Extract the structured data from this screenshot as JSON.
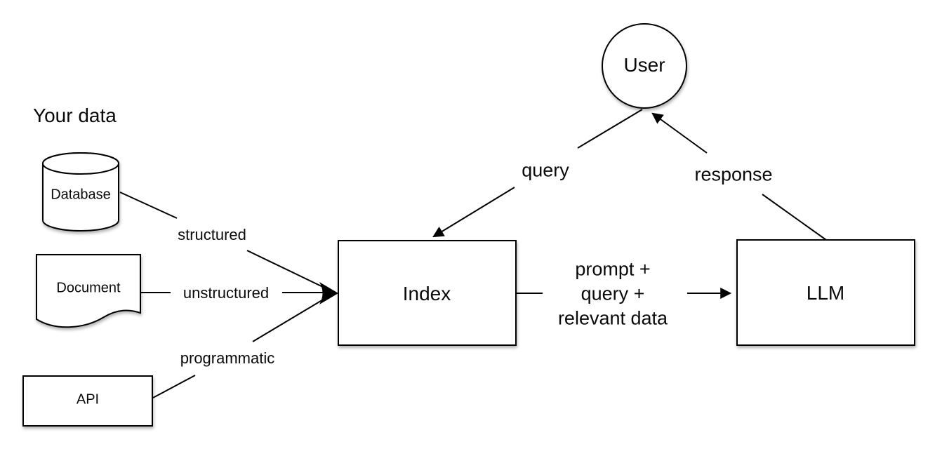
{
  "diagram": {
    "section_title": "Your data",
    "nodes": {
      "database": "Database",
      "document": "Document",
      "api": "API",
      "index": "Index",
      "llm": "LLM",
      "user": "User"
    },
    "labels": {
      "structured": "structured",
      "unstructured": "unstructured",
      "programmatic": "programmatic",
      "query": "query",
      "response": "response",
      "prompt_line1": "prompt +",
      "prompt_line2": "query +",
      "prompt_line3": "relevant data"
    },
    "colors": {
      "stroke": "#000000",
      "text": "#0a0a0a",
      "background": "#ffffff"
    }
  }
}
